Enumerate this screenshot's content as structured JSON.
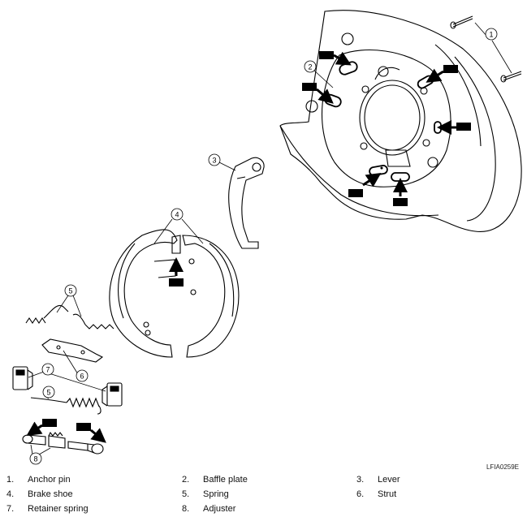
{
  "figure_code": "LFIA0259E",
  "callouts": [
    "1",
    "2",
    "3",
    "4",
    "5",
    "6",
    "7",
    "8"
  ],
  "legend": [
    {
      "num": "1.",
      "label": "Anchor pin"
    },
    {
      "num": "2.",
      "label": "Baffle plate"
    },
    {
      "num": "3.",
      "label": "Lever"
    },
    {
      "num": "4.",
      "label": "Brake shoe"
    },
    {
      "num": "5.",
      "label": "Spring"
    },
    {
      "num": "6.",
      "label": "Strut"
    },
    {
      "num": "7.",
      "label": "Retainer spring"
    },
    {
      "num": "8.",
      "label": "Adjuster"
    }
  ]
}
